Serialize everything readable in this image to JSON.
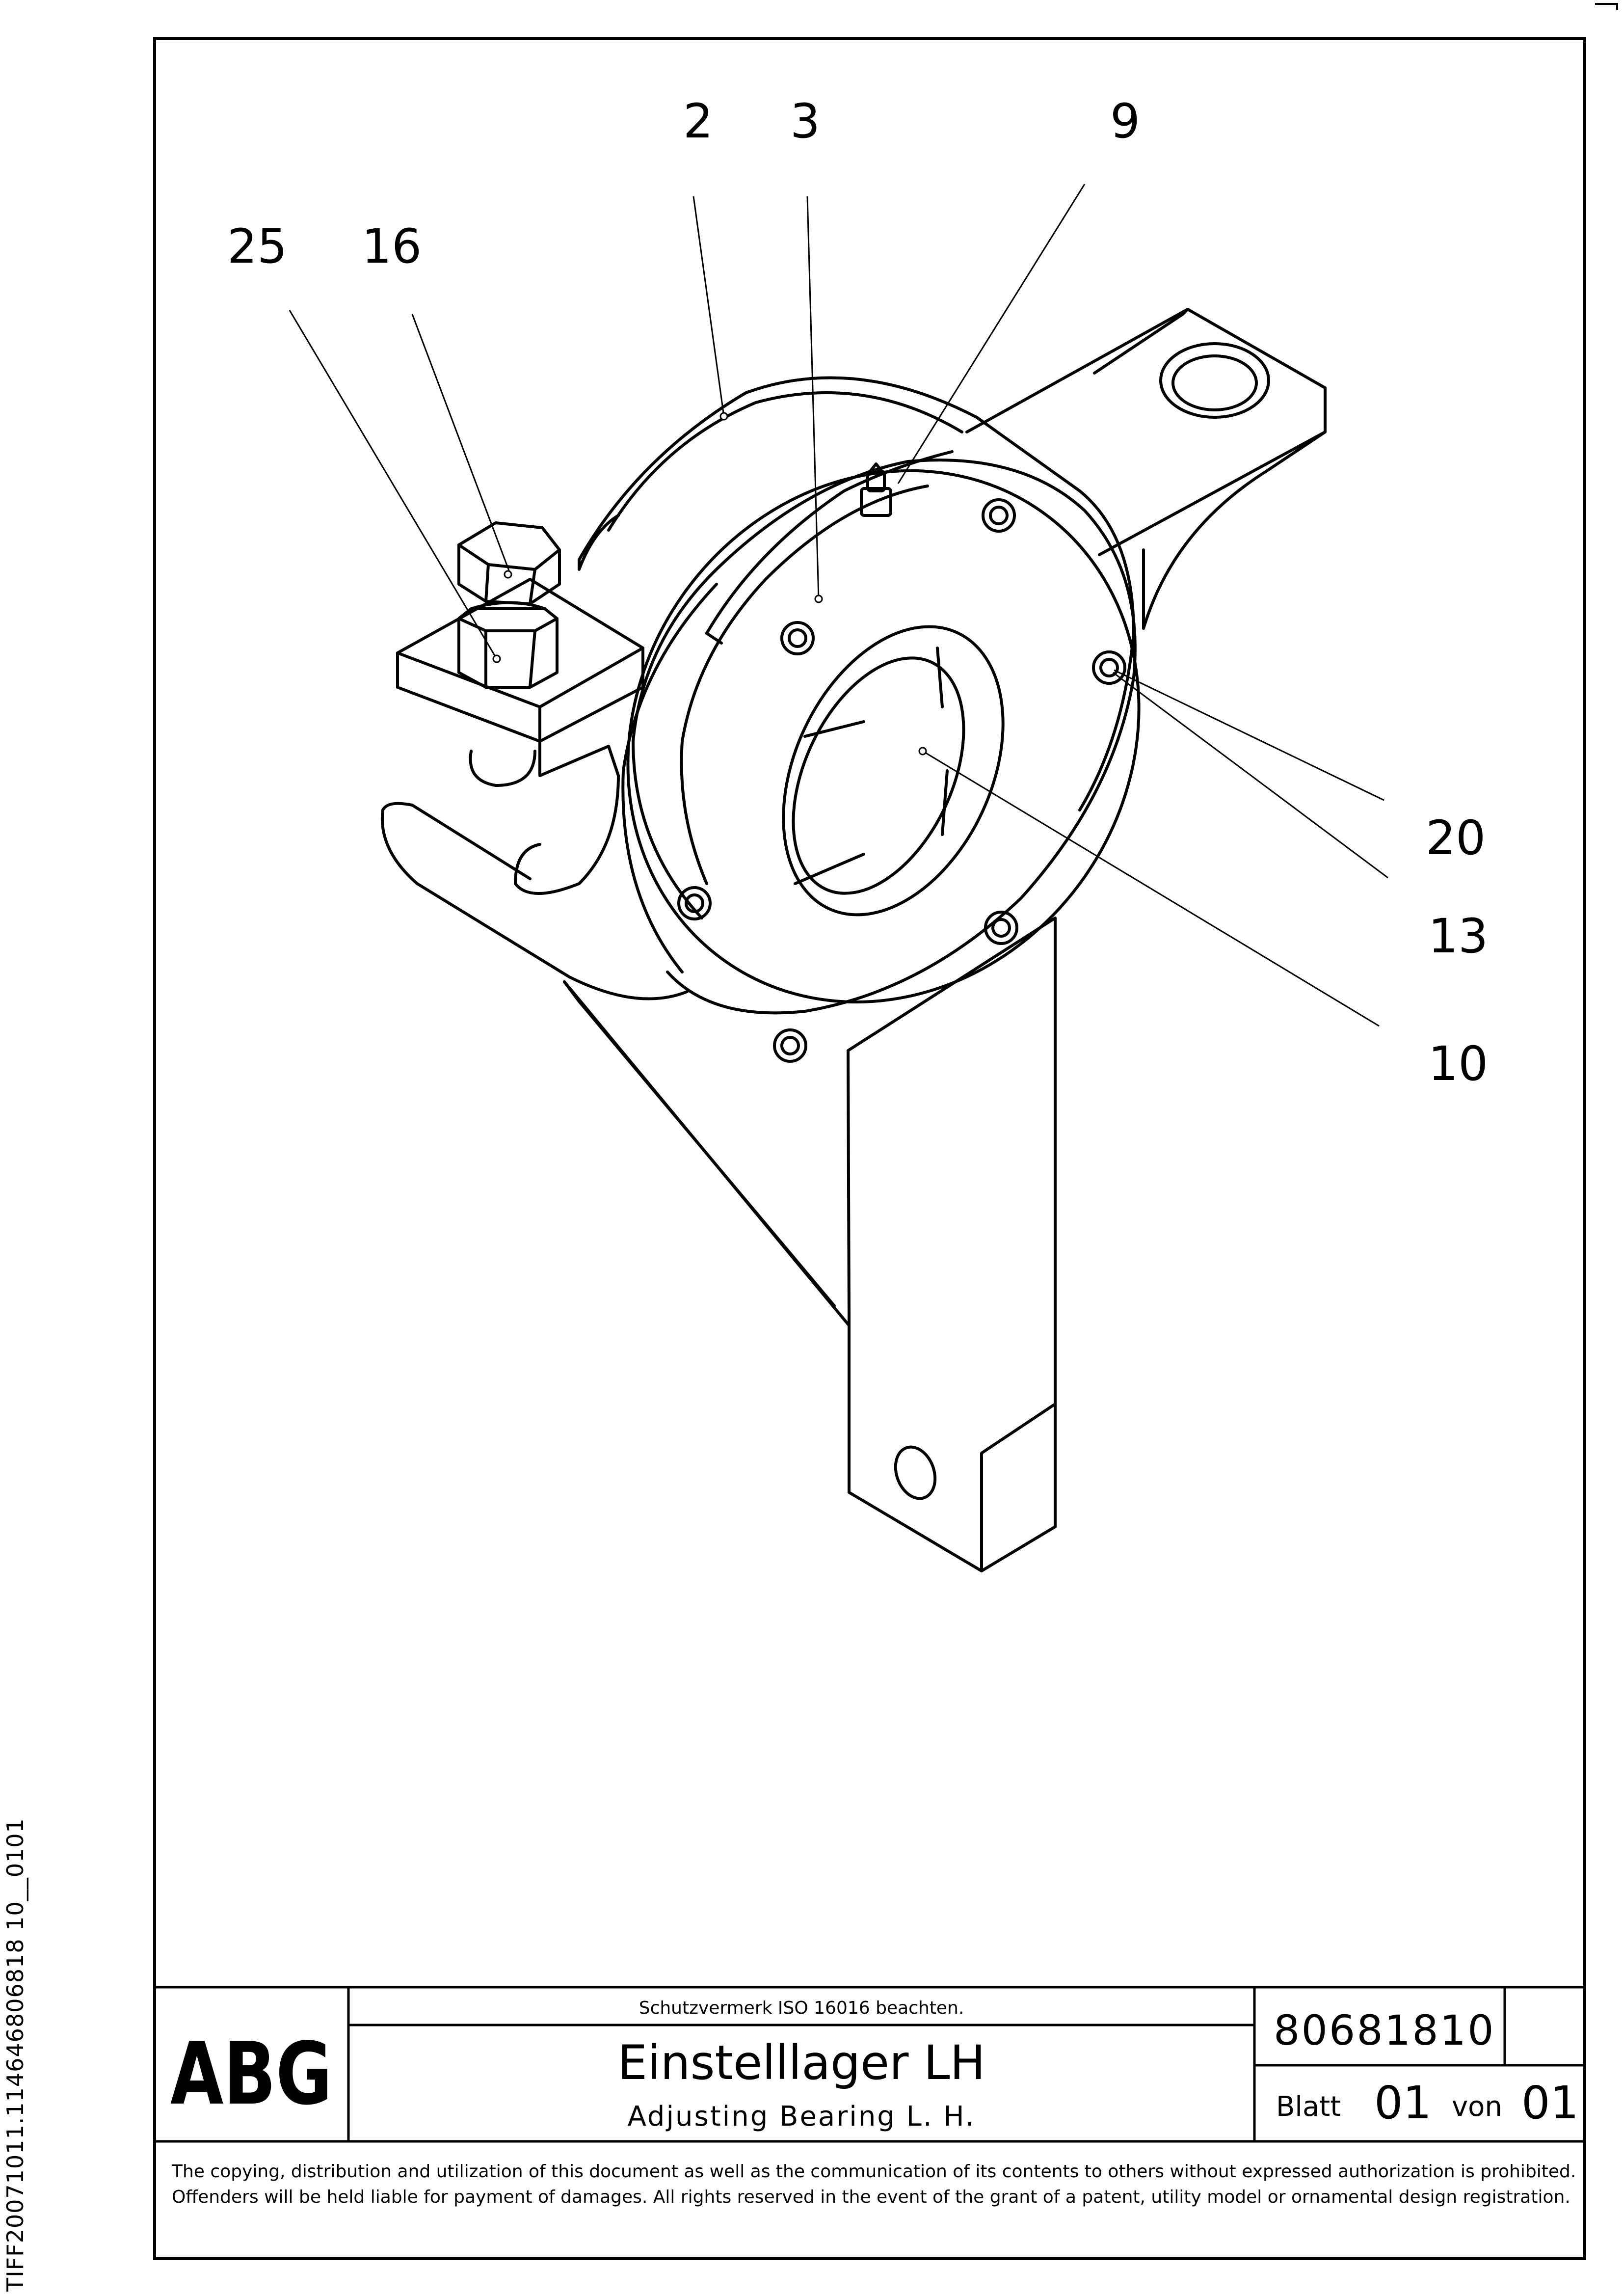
{
  "callouts": [
    "2",
    "3",
    "9",
    "25",
    "16",
    "20",
    "13",
    "10"
  ],
  "title_block": {
    "logo": "ABG",
    "protection_note": "Schutzvermerk ISO 16016 beachten.",
    "title_de": "Einstelllager LH",
    "title_en": "Adjusting Bearing L. H.",
    "doc_number": "80681810",
    "sheet_label": "Blatt",
    "sheet_number": "01",
    "of_label": "von",
    "sheet_total": "01"
  },
  "copyright": "The copying, distribution and utilization of this document as well as the communication of its contents to others without expressed authorization is prohibited. Offenders will be held liable for payment of damages. All rights reserved in the event of the grant of a patent, utility model or ornamental design registration.",
  "side_label": "TIFF20071011.114646806818 10__0101",
  "colors": {
    "line": "#000000",
    "paper": "#ffffff"
  }
}
